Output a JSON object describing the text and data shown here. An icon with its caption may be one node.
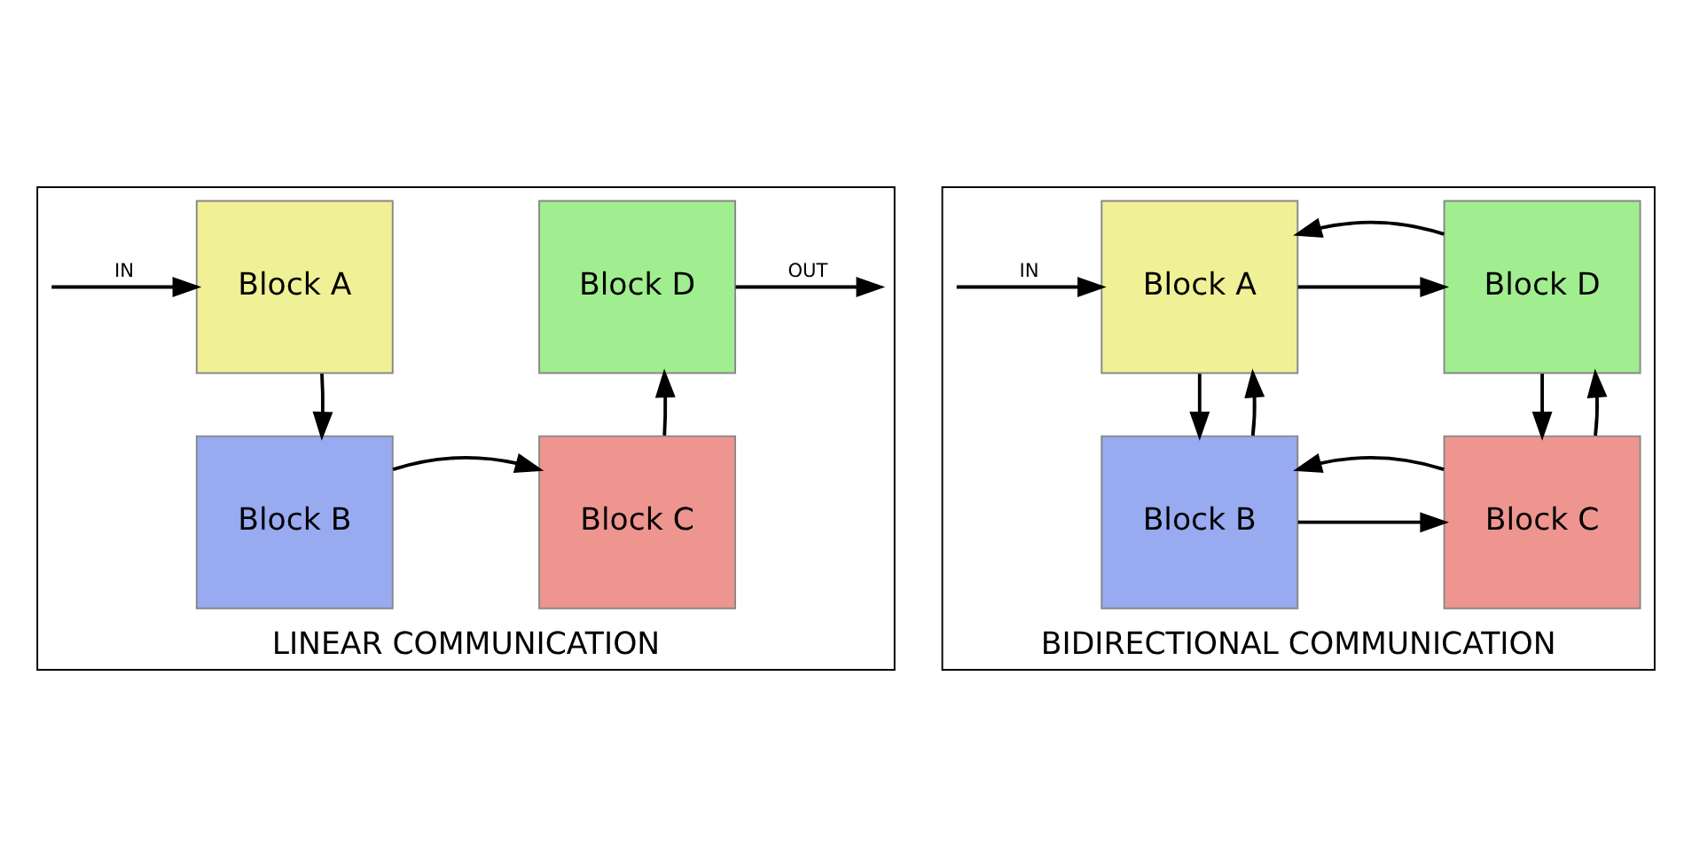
{
  "diagram": {
    "nodes": [
      {
        "text": [
          "LINEAR COMMUNICATION"
        ]
      },
      {
        "text": [
          "Block A"
        ],
        "in": 0
      },
      {
        "text": [
          "Block D"
        ],
        "in": 0
      },
      {
        "text": [
          "Block B"
        ],
        "in": 0
      },
      {
        "text": [
          "Block C"
        ],
        "in": 0
      },
      {
        "text": [
          "BIDIRECTIONAL COMMUNICATION"
        ]
      },
      {
        "text": [
          "Block A"
        ],
        "in": 5
      },
      {
        "text": [
          "Block D"
        ],
        "in": 5
      },
      {
        "text": [
          "Block B"
        ],
        "in": 5
      },
      {
        "text": [
          "Block C"
        ],
        "in": 5
      }
    ],
    "edges": [
      {
        "from": null,
        "to": 1,
        "arrow": "to",
        "label": "IN"
      },
      {
        "from": 1,
        "to": 3,
        "arrow": "to"
      },
      {
        "from": 3,
        "to": 4,
        "arrow": "to"
      },
      {
        "from": 4,
        "to": 2,
        "arrow": "to"
      },
      {
        "from": 2,
        "to": null,
        "arrow": "to",
        "label": "OUT"
      },
      {
        "from": null,
        "to": 6,
        "arrow": "to",
        "label": "IN"
      },
      {
        "from": 6,
        "to": 7,
        "arrow": "to"
      },
      {
        "from": 7,
        "to": 6,
        "arrow": "to"
      },
      {
        "from": 6,
        "to": 8,
        "arrow": "to"
      },
      {
        "from": 8,
        "to": 6,
        "arrow": "to"
      },
      {
        "from": 7,
        "to": 9,
        "arrow": "to"
      },
      {
        "from": 9,
        "to": 7,
        "arrow": "to"
      },
      {
        "from": 8,
        "to": 9,
        "arrow": "to"
      },
      {
        "from": 9,
        "to": 8,
        "arrow": "to"
      }
    ]
  }
}
